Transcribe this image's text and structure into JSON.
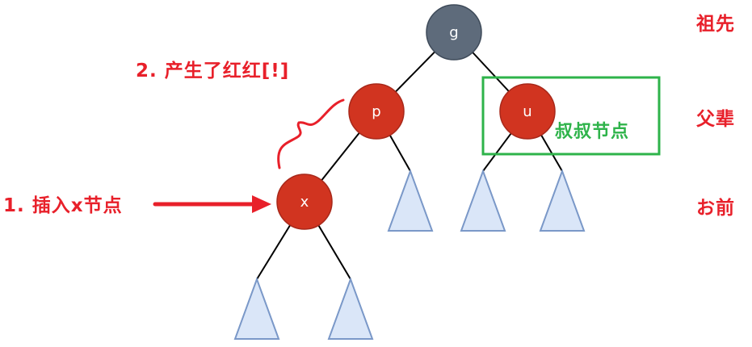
{
  "colors": {
    "black_node": "#5e6b7b",
    "black_node_stroke": "#3f4b5a",
    "red_node": "#d13420",
    "red_node_stroke": "#a8281a",
    "subtree_fill": "#dae6f8",
    "subtree_stroke": "#7a98c8",
    "annotation_red": "#e8202a",
    "annotation_green": "#2eb34a",
    "edge": "#000000"
  },
  "nodes": [
    {
      "id": "g",
      "label": "g",
      "color": "black",
      "role": "grandparent"
    },
    {
      "id": "p",
      "label": "p",
      "color": "red",
      "role": "parent"
    },
    {
      "id": "u",
      "label": "u",
      "color": "red",
      "role": "uncle"
    },
    {
      "id": "x",
      "label": "x",
      "color": "red",
      "role": "inserted"
    }
  ],
  "edges": [
    [
      "g",
      "p"
    ],
    [
      "g",
      "u"
    ],
    [
      "p",
      "x"
    ],
    [
      "p",
      "p-right-subtree"
    ],
    [
      "u",
      "u-left-subtree"
    ],
    [
      "u",
      "u-right-subtree"
    ],
    [
      "x",
      "x-left-subtree"
    ],
    [
      "x",
      "x-right-subtree"
    ]
  ],
  "subtrees": [
    "p-right-subtree",
    "u-left-subtree",
    "u-right-subtree",
    "x-left-subtree",
    "x-right-subtree"
  ],
  "annotations": {
    "step2": "2. 产生了红红[!]",
    "step1": "1. 插入x节点",
    "uncle": "叔叔节点"
  },
  "levels": [
    "祖先",
    "父辈",
    "お前"
  ]
}
